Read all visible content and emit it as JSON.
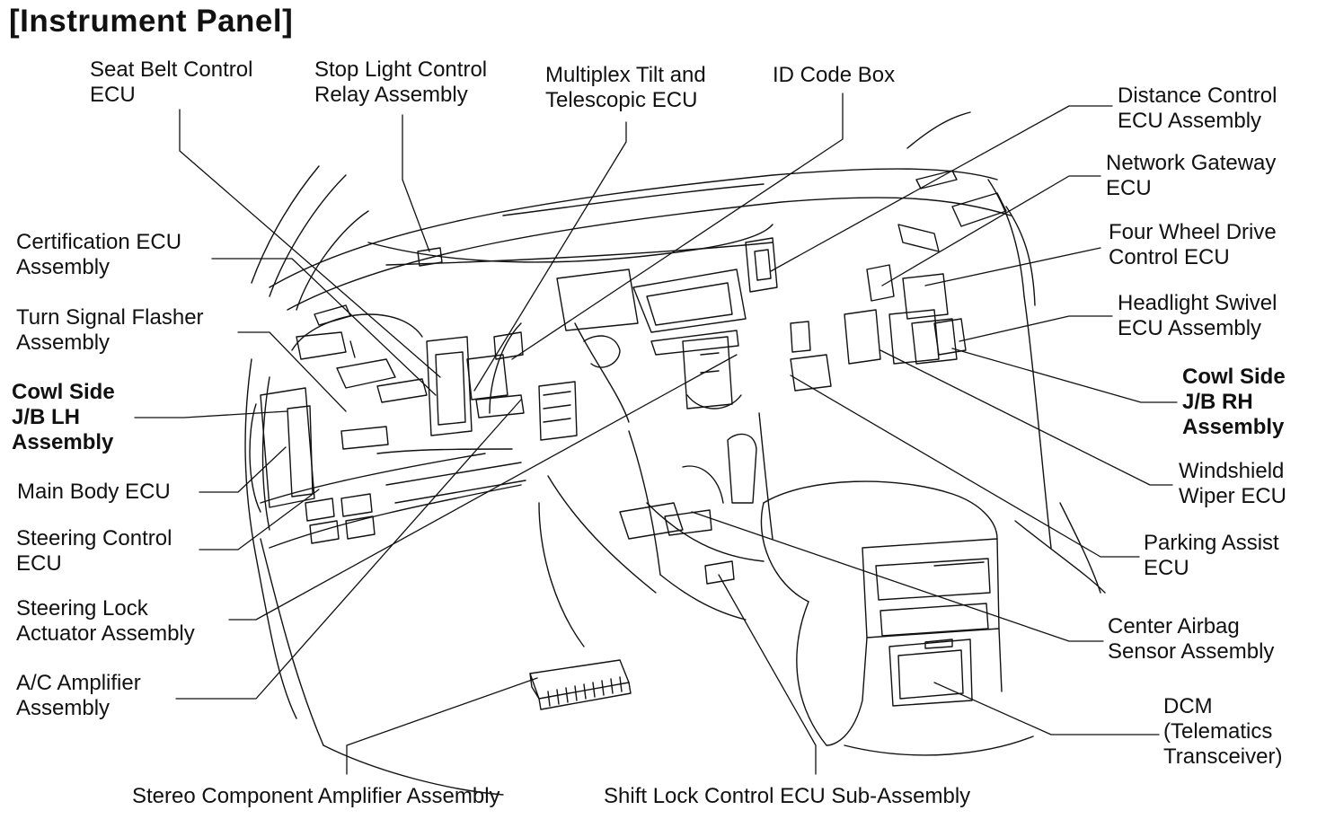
{
  "title": "[Instrument Panel]",
  "labels": {
    "seat_belt": "Seat Belt Control\nECU",
    "stop_light": "Stop Light Control\nRelay Assembly",
    "multiplex_tilt": "Multiplex Tilt and\nTelescopic ECU",
    "id_code_box": "ID Code Box",
    "distance_control": "Distance Control\nECU Assembly",
    "network_gateway": "Network Gateway\nECU",
    "four_wheel_drive": "Four Wheel Drive\nControl ECU",
    "headlight_swivel": "Headlight Swivel\nECU Assembly",
    "cowl_side_rh": "Cowl Side\nJ/B RH\nAssembly",
    "windshield_wiper": "Windshield\nWiper ECU",
    "parking_assist": "Parking Assist\nECU",
    "center_airbag": "Center Airbag\nSensor Assembly",
    "dcm": "DCM\n(Telematics\nTransceiver)",
    "shift_lock": "Shift Lock Control ECU Sub-Assembly",
    "stereo_amp": "Stereo Component Amplifier Assembly",
    "ac_amplifier": "A/C Amplifier\nAssembly",
    "steering_lock": "Steering Lock\nActuator Assembly",
    "steering_control": "Steering Control\nECU",
    "main_body": "Main Body ECU",
    "cowl_side_lh": "Cowl Side\nJ/B LH\nAssembly",
    "turn_signal": "Turn Signal Flasher\nAssembly",
    "certification": "Certification ECU\nAssembly"
  }
}
